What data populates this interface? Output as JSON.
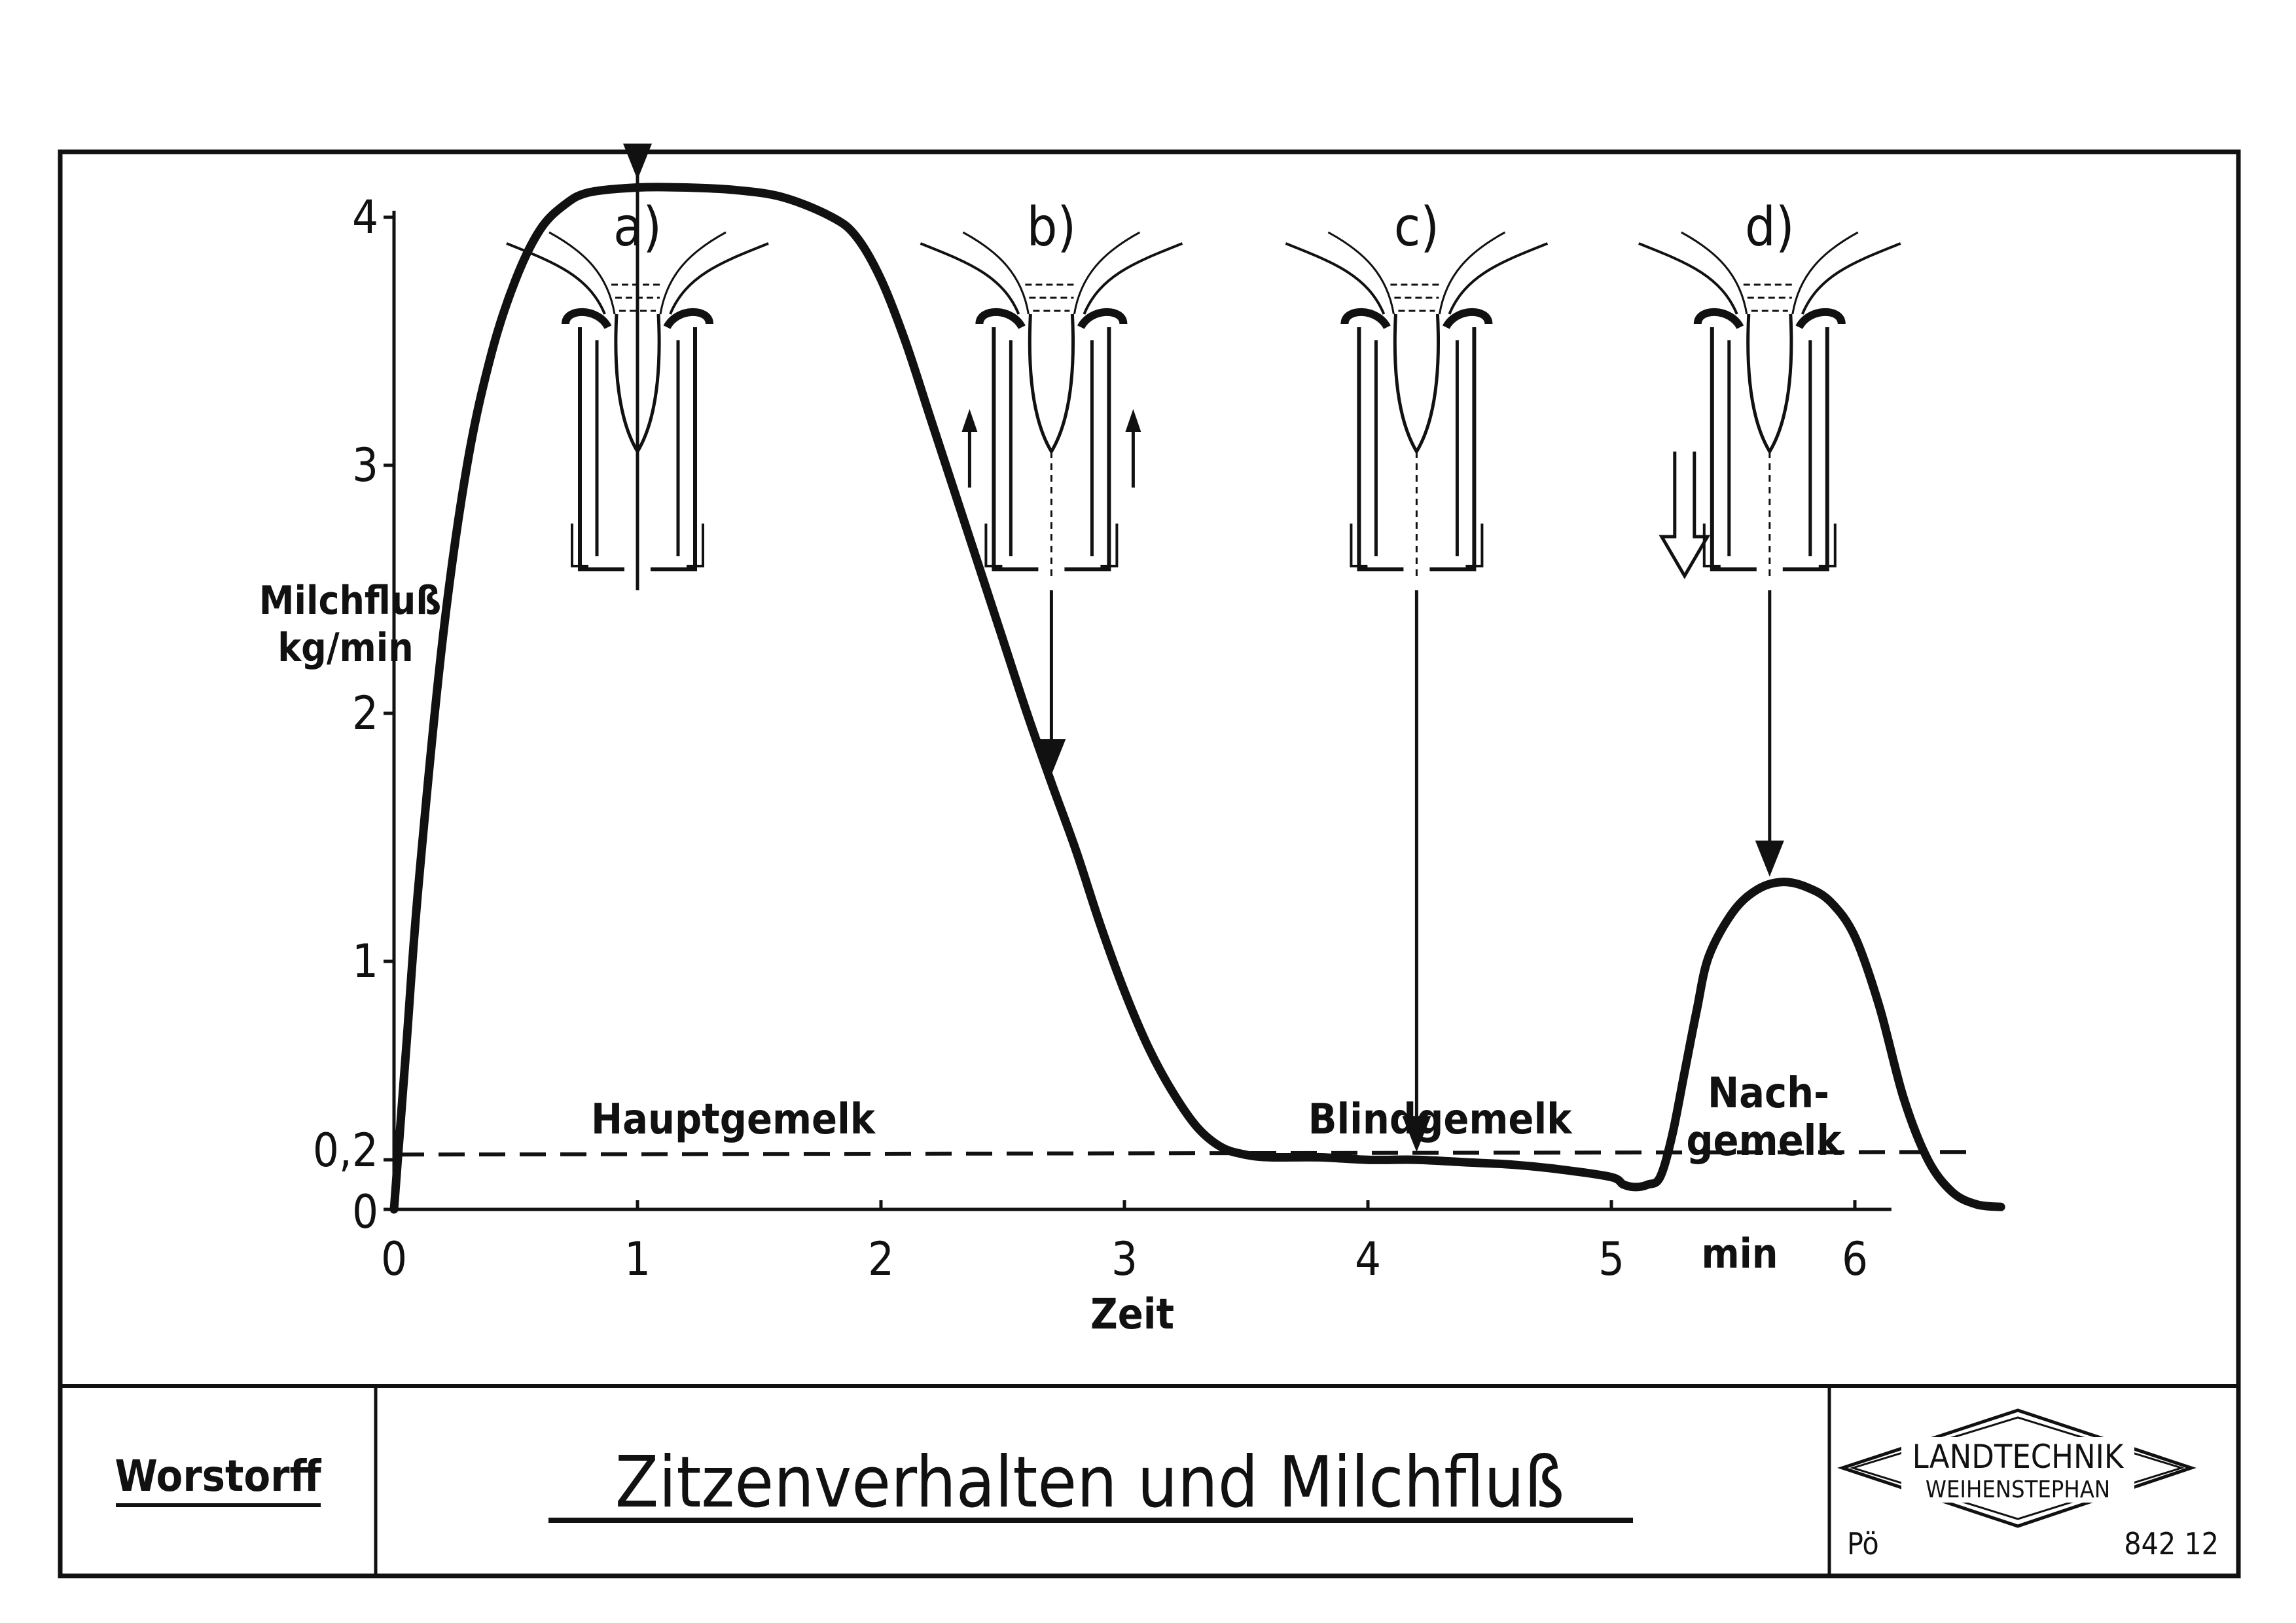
{
  "chart_data": {
    "type": "line",
    "ylabel_line1": "Milchfluß",
    "ylabel_line2": "kg/min",
    "xlabel": "Zeit",
    "x_unit_label": "min",
    "xlim": [
      0,
      6.6
    ],
    "ylim": [
      0,
      4
    ],
    "x_ticks": [
      0,
      1,
      2,
      3,
      4,
      5,
      6
    ],
    "x_tick_labels": [
      "0",
      "1",
      "2",
      "3",
      "4",
      "5",
      "6"
    ],
    "y_ticks": [
      0,
      0.2,
      1,
      2,
      3,
      4
    ],
    "y_tick_labels": [
      "0",
      "0,2",
      "1",
      "2",
      "3",
      "4"
    ],
    "threshold": 0.2,
    "series": [
      {
        "x": [
          0,
          0.05,
          0.1,
          0.2,
          0.3,
          0.4,
          0.5,
          0.6,
          0.7,
          0.8,
          1.0,
          1.2,
          1.4,
          1.6,
          1.8,
          1.9,
          2.0,
          2.1,
          2.2,
          2.3,
          2.4,
          2.5,
          2.6,
          2.7,
          2.8,
          2.9,
          3.0,
          3.1,
          3.2,
          3.3,
          3.4,
          3.5,
          3.6,
          3.8,
          4.0,
          4.2,
          4.4,
          4.6,
          4.8,
          5.0,
          5.05,
          5.1,
          5.15,
          5.2,
          5.25,
          5.3,
          5.35,
          5.4,
          5.5,
          5.6,
          5.7,
          5.8,
          5.9,
          6.0,
          6.1,
          6.2,
          6.3,
          6.4,
          6.5,
          6.6
        ],
        "y": [
          0,
          0.65,
          1.3,
          2.3,
          3.0,
          3.45,
          3.75,
          3.95,
          4.05,
          4.1,
          4.12,
          4.12,
          4.11,
          4.08,
          4.0,
          3.92,
          3.75,
          3.5,
          3.2,
          2.9,
          2.6,
          2.3,
          2.0,
          1.72,
          1.45,
          1.15,
          0.88,
          0.65,
          0.47,
          0.33,
          0.25,
          0.22,
          0.21,
          0.21,
          0.2,
          0.2,
          0.19,
          0.18,
          0.16,
          0.13,
          0.1,
          0.09,
          0.1,
          0.13,
          0.3,
          0.55,
          0.8,
          1.02,
          1.2,
          1.29,
          1.32,
          1.3,
          1.24,
          1.1,
          0.82,
          0.45,
          0.2,
          0.07,
          0.02,
          0.01
        ]
      }
    ],
    "phase_labels": {
      "hauptgemelk": "Hauptgemelk",
      "blindgemelk": "Blindgemelk",
      "nach1": "Nach-",
      "nach2": "gemelk"
    },
    "teat_panels": [
      {
        "label": "a)",
        "x": 1.0,
        "y": 4.12,
        "arrow": "none"
      },
      {
        "label": "b)",
        "x": 2.7,
        "y": 1.72,
        "arrow": "up"
      },
      {
        "label": "c)",
        "x": 4.2,
        "y": 0.2,
        "arrow": "none"
      },
      {
        "label": "d)",
        "x": 5.65,
        "y": 1.31,
        "arrow": "down"
      }
    ]
  },
  "footer": {
    "author": "Worstorff",
    "title": "Zitzenverhalten und Milchfluß",
    "logo_line1": "LANDTECHNIK",
    "logo_line2": "WEIHENSTEPHAN",
    "code_left": "Pö",
    "code_right": "842 12"
  },
  "colors": {
    "ink": "#111111",
    "paper": "#ffffff"
  }
}
